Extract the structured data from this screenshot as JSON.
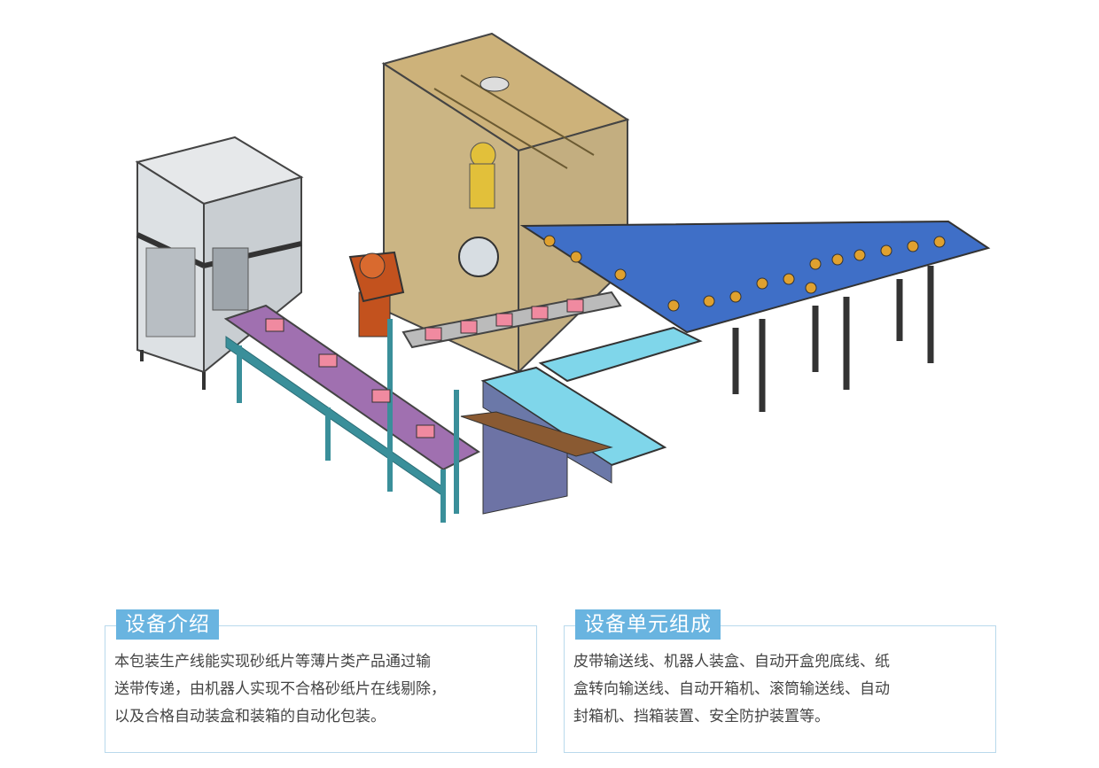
{
  "intro": {
    "title": "设备介绍",
    "lines": [
      "本包装生产线能实现砂纸片等薄片类产品通过输",
      "送带传递，由机器人实现不合格砂纸片在线剔除，",
      "以及合格自动装盒和装箱的自动化包装。"
    ]
  },
  "units": {
    "title": "设备单元组成",
    "lines": [
      "皮带输送线、机器人装盒、自动开盒兜底线、纸",
      "盒转向输送线、自动开箱机、滚筒输送线、自动",
      "封箱机、挡箱装置、安全防护装置等。"
    ]
  },
  "colors": {
    "tab_bg": "#69b4e0",
    "panel_border": "#b9d9ec",
    "text": "#444444",
    "belt_blue": "#3f6fc7",
    "frame_teal": "#3a8f9a",
    "enclosure_tan": "#b59a5a",
    "robot_orange": "#c3521e",
    "roller_cyan": "#7fd6ea",
    "box_pink": "#f08aa0"
  }
}
